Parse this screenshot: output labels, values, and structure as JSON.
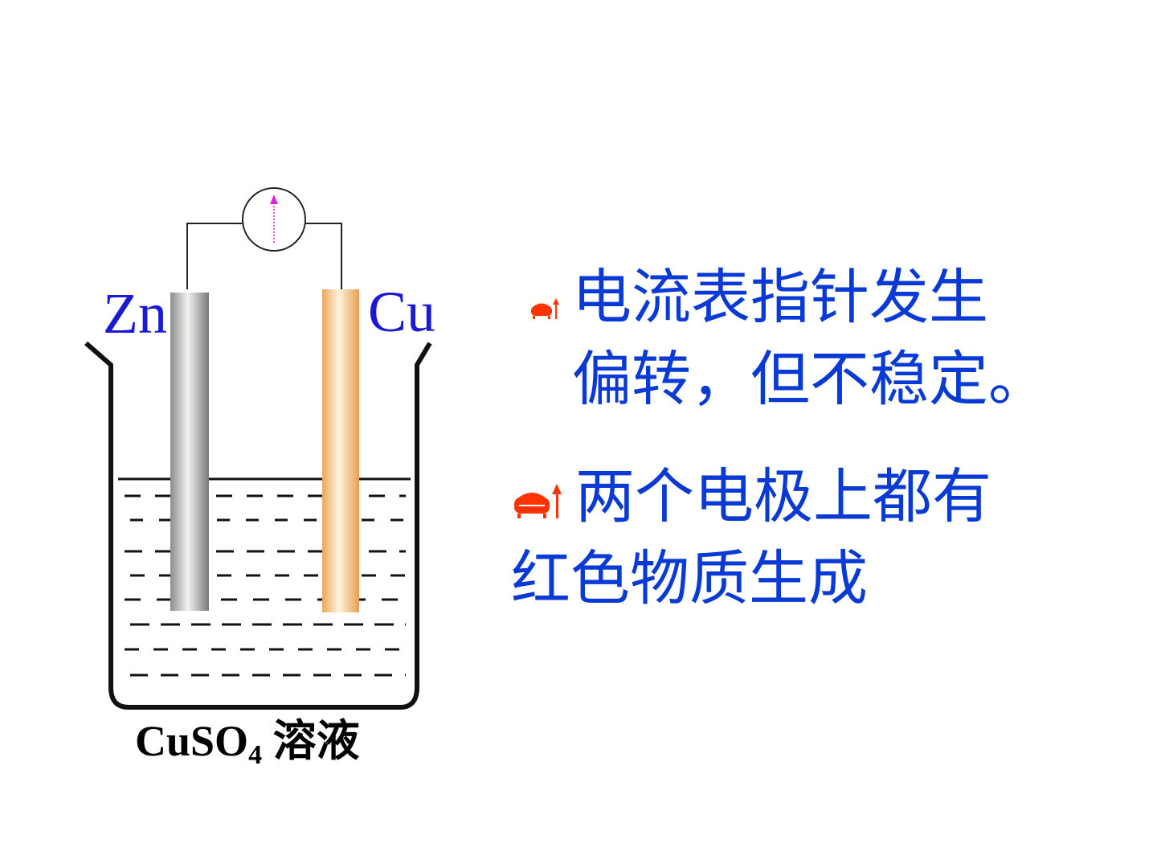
{
  "diagram": {
    "electrode_left": "Zn",
    "electrode_right": "Cu",
    "solution": {
      "formula_main": "CuSO",
      "formula_sub": "4",
      "name": " 溶液"
    },
    "meter_icon": "ammeter-icon"
  },
  "points": [
    {
      "bullet_icon": "sofa-bullet-icon",
      "line1": "电流表指针发生",
      "line2": "偏转，但不稳定。"
    },
    {
      "bullet_icon": "sofa-bullet-icon",
      "line1": "两个电极上都有",
      "line2": "红色物质生成"
    }
  ],
  "colors": {
    "text_blue": "#0a3ad6",
    "electrode_label_blue": "#1a1ad6",
    "bullet_red": "#ff3300",
    "needle_magenta": "#e020e0"
  }
}
